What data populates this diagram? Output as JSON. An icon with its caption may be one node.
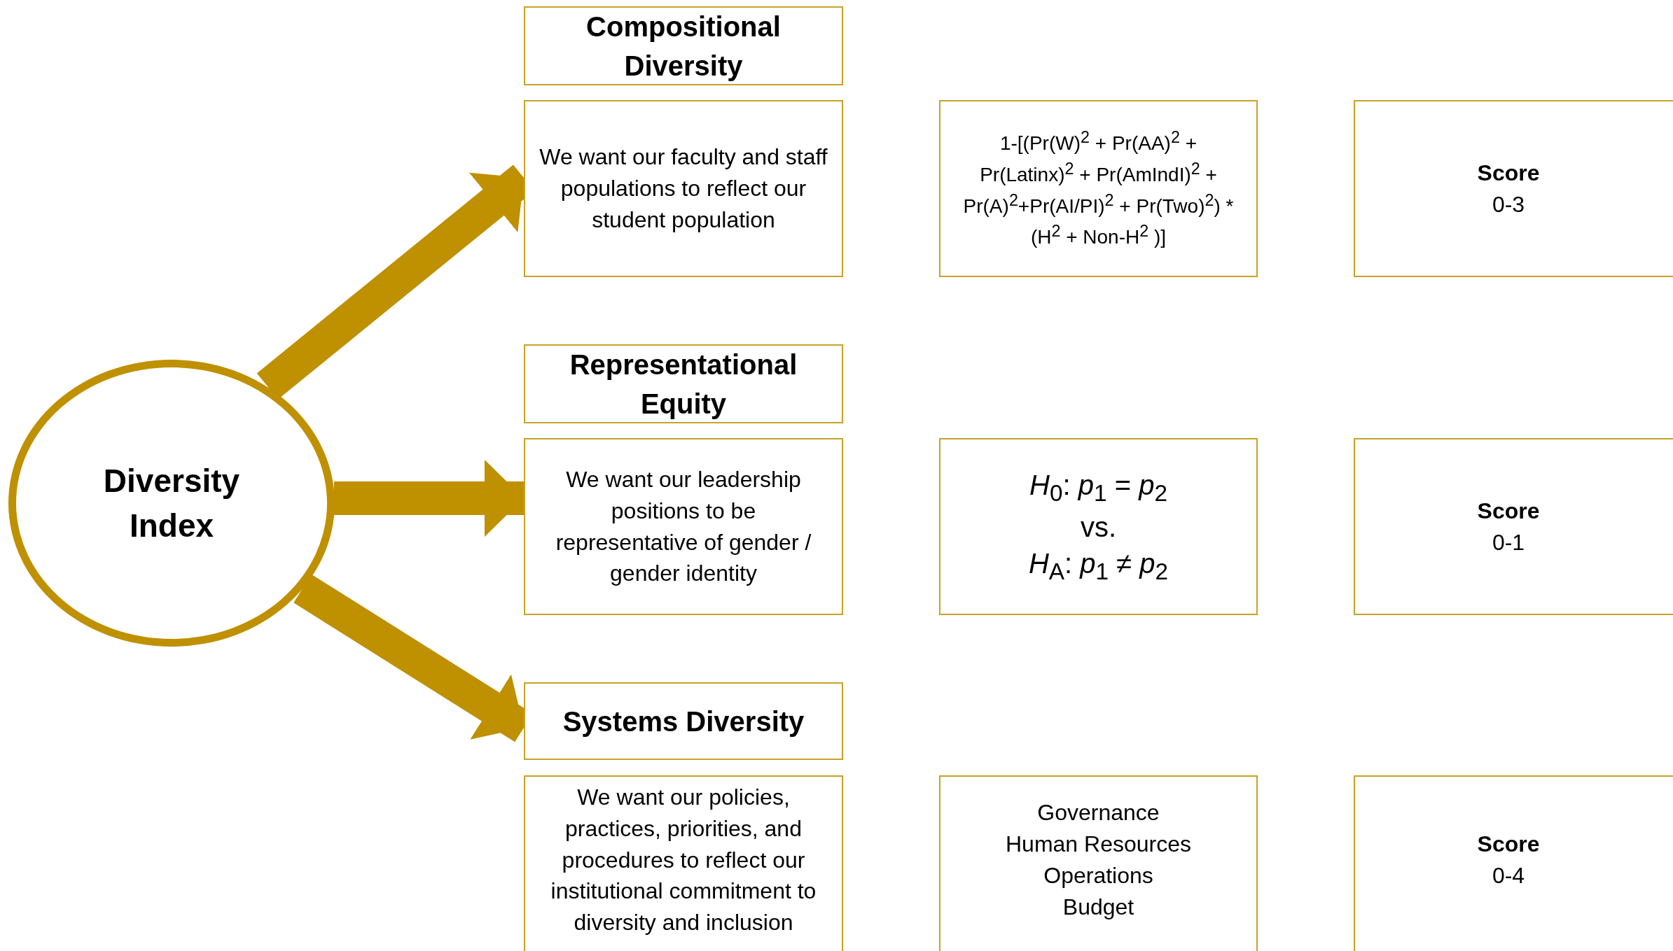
{
  "diagram": {
    "nodes": [
      {
        "text": [
          "Diversity Index"
        ]
      },
      {
        "text": [
          "Compositional Diversity"
        ]
      },
      {
        "text": [
          "We want our faculty and staff populations to reflect our student population"
        ]
      },
      {
        "text": [
          "1-[(Pr(W)$^{2}$ + Pr(AA)$^{2}$ + Pr(Latinx)$^{2}$ + Pr(AmIndI)$^{2}$ + Pr(A)$^{2}$+Pr(AI/PI)$^{2}$ + Pr(Two)$^{2}$) * (H$^{2}$ + Non-H$^{2}$ )]"
        ]
      },
      {
        "text": [
          "Score",
          "0-3"
        ]
      },
      {
        "text": [
          "Representational Equity"
        ]
      },
      {
        "text": [
          "We want our leadership positions to be representative of gender / gender identity"
        ]
      },
      {
        "text": [
          "*H*$_{0}$: *p*$_{1}$ = *p*$_{2}$",
          "vs.",
          "*H*$_{A}$: *p*$_{1}$ ≠ *p*$_{2}$"
        ]
      },
      {
        "text": [
          "Score",
          "0-1"
        ]
      },
      {
        "text": [
          "Systems Diversity"
        ]
      },
      {
        "text": [
          "We want our policies, practices, priorities, and procedures to reflect our institutional commitment to diversity and inclusion"
        ]
      },
      {
        "text": [
          "Governance",
          "Human Resources",
          "Operations",
          "Budget"
        ]
      },
      {
        "text": [
          "Score",
          "0-4"
        ]
      }
    ],
    "edges": [
      {
        "from": 0,
        "to": 2,
        "arrow": "to"
      },
      {
        "from": 0,
        "to": 6,
        "arrow": "to"
      },
      {
        "from": 0,
        "to": 9,
        "arrow": "to"
      }
    ]
  }
}
